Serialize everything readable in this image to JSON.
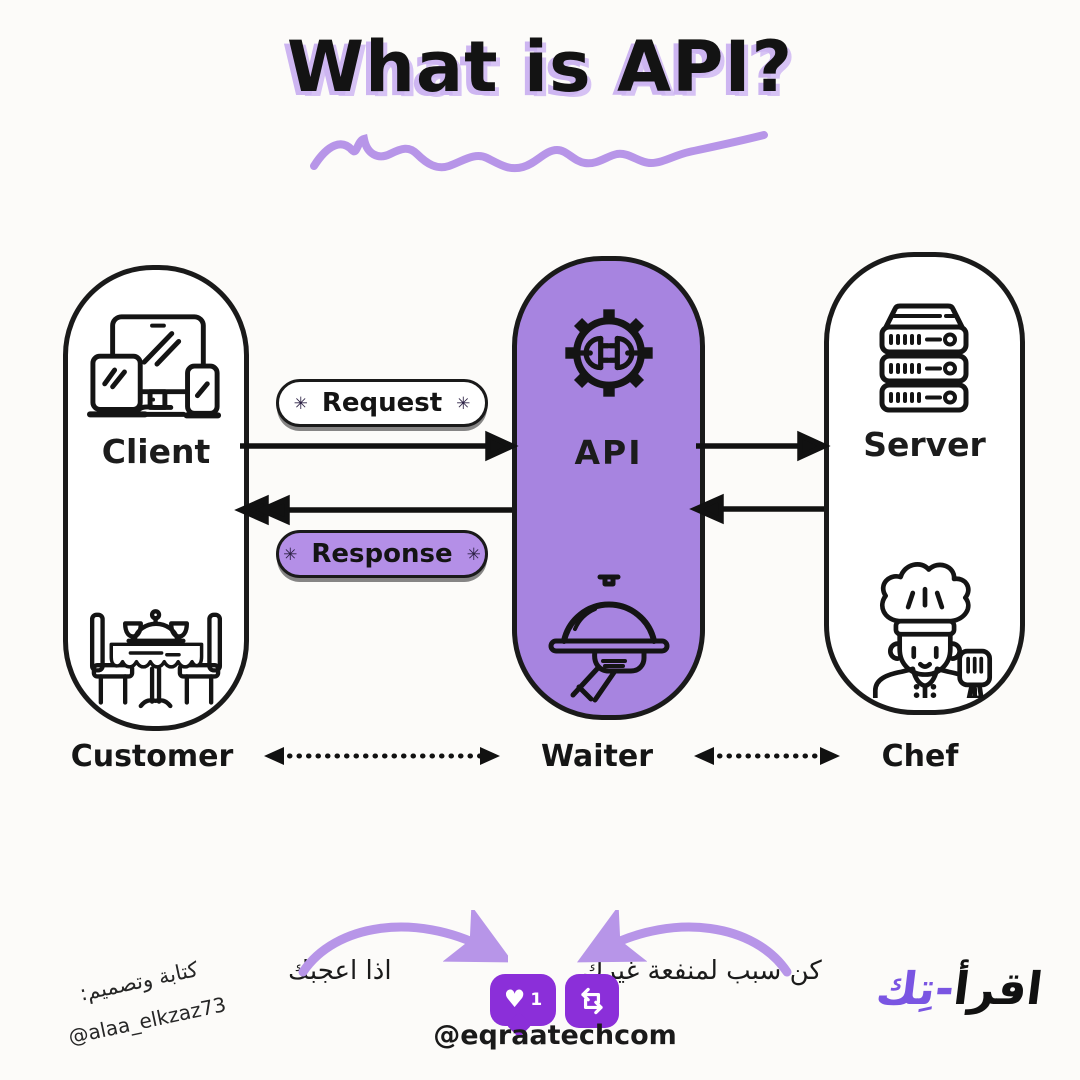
{
  "title": "What is API?",
  "diagram": {
    "asterisk": "✳",
    "request_label": "Request",
    "response_label": "Response",
    "client": {
      "label": "Client",
      "role": "Customer"
    },
    "api": {
      "label": "API",
      "role": "Waiter"
    },
    "server": {
      "label": "Server",
      "role": "Chef"
    }
  },
  "icons": {
    "client_top": "devices-icon",
    "client_bottom": "dining-table-icon",
    "api_top": "gear-plug-icon",
    "api_bottom": "waiter-cloche-icon",
    "server_top": "server-rack-icon",
    "server_bottom": "chef-icon"
  },
  "footer": {
    "like_prompt": "اذا اعجبك",
    "benefit_prompt": "كن سبب لمنفعة غيرك",
    "like_count": "1",
    "handle": "@eqraatechcom",
    "credit_title": "كتابة وتصميم:",
    "credit_handle": "@alaa_elkzaz73",
    "logo_black": "اقرأ",
    "logo_purple": "-تِك"
  },
  "colors": {
    "background": "#fcfbf9",
    "ink": "#161616",
    "api_box_purple": "#a784e0",
    "response_pill_purple": "#b48fe7",
    "accent_light_purple": "#b795e8",
    "title_shadow_purple": "#cdb5f1",
    "social_purple": "#8b2fd9",
    "logo_purple": "#7a55e2"
  }
}
